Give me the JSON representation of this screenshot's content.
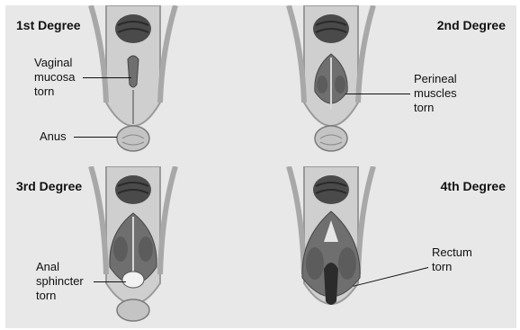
{
  "panels": [
    {
      "title": "1st Degree",
      "labels": [
        "Vaginal",
        "mucosa",
        "torn",
        "Anus"
      ]
    },
    {
      "title": "2nd Degree",
      "labels": [
        "Perineal",
        "muscles",
        "torn"
      ]
    },
    {
      "title": "3rd Degree",
      "labels": [
        "Anal",
        "sphincter",
        "torn"
      ]
    },
    {
      "title": "4th Degree",
      "labels": [
        "Rectum",
        "torn"
      ]
    }
  ],
  "colors": {
    "panel_bg": "#e8e8e8",
    "skin": "#cfcfcf",
    "skin_dark": "#9a9a9a",
    "tissue": "#6f6f6f",
    "muscle": "#5c5c5c",
    "opening": "#2b2b2b"
  }
}
